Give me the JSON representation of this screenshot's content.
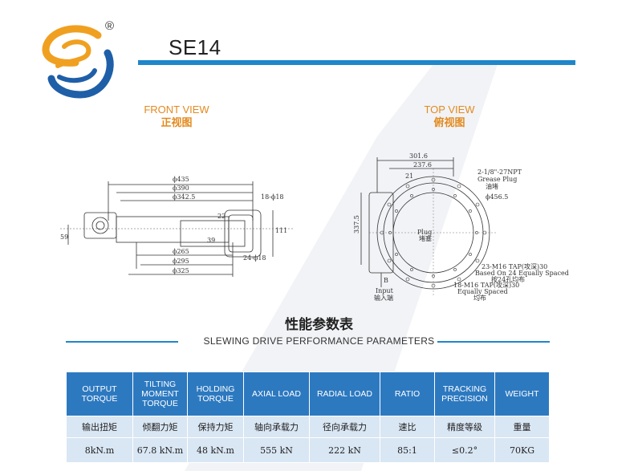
{
  "header": {
    "model": "SE14",
    "registered_mark": "®"
  },
  "views": {
    "front": {
      "title_en": "FRONT VIEW",
      "title_cn": "正视图"
    },
    "top": {
      "title_en": "TOP VIEW",
      "title_cn": "俯视图"
    }
  },
  "front_dims": {
    "d435": "ϕ435",
    "d390": "ϕ390",
    "d342": "ϕ342.5",
    "holes_top": "18-ϕ18",
    "h22": "22",
    "h111": "111",
    "h39": "39",
    "h59": "59",
    "d265": "ϕ265",
    "d295": "ϕ295",
    "d325": "ϕ325",
    "holes_bottom": "24-ϕ18"
  },
  "top_dims": {
    "w301": "301.6",
    "w237": "237.6",
    "r21": "21",
    "h337": "337.5",
    "npt": "2-1/8\"-27NPT",
    "grease": "Grease Plug",
    "grease_cn": "油堵",
    "d456": "ϕ456.5",
    "plug": "Plug",
    "plug_cn": "堵塞",
    "tap23": "23-M16 TAP(攻深)30",
    "tap23_note": "Based On 24 Equally Spaced",
    "tap23_cn": "按24孔均布",
    "tap18": "18-M16 TAP(攻深)30",
    "tap18_note": "Equally Spaced",
    "tap18_cn": "均布",
    "input_label": "Input",
    "input_cn": "输入端",
    "b_label": "B"
  },
  "performance": {
    "title_cn": "性能参数表",
    "title_en": "SLEWING DRIVE PERFORMANCE PARAMETERS",
    "headers_en": [
      "OUTPUT\nTORQUE",
      "TILTING\nMOMENT\nTORQUE",
      "HOLDING\nTORQUE",
      "AXIAL LOAD",
      "RADIAL LOAD",
      "RATIO",
      "TRACKING\nPRECISION",
      "WEIGHT"
    ],
    "headers_cn": [
      "输出扭矩",
      "倾翻力矩",
      "保持力矩",
      "轴向承载力",
      "径向承载力",
      "速比",
      "精度等级",
      "重量"
    ],
    "values": [
      "8kN.m",
      "67.8 kN.m",
      "48 kN.m",
      "555 kN",
      "222 kN",
      "85:1",
      "≤0.2°",
      "70KG"
    ]
  },
  "colors": {
    "accent_blue": "#1f86c9",
    "header_blue": "#2d79c0",
    "row_bg": "#d9e6f3",
    "view_orange": "#e38a1e",
    "logo_orange": "#f0a020",
    "logo_blue": "#1f5fa8"
  }
}
